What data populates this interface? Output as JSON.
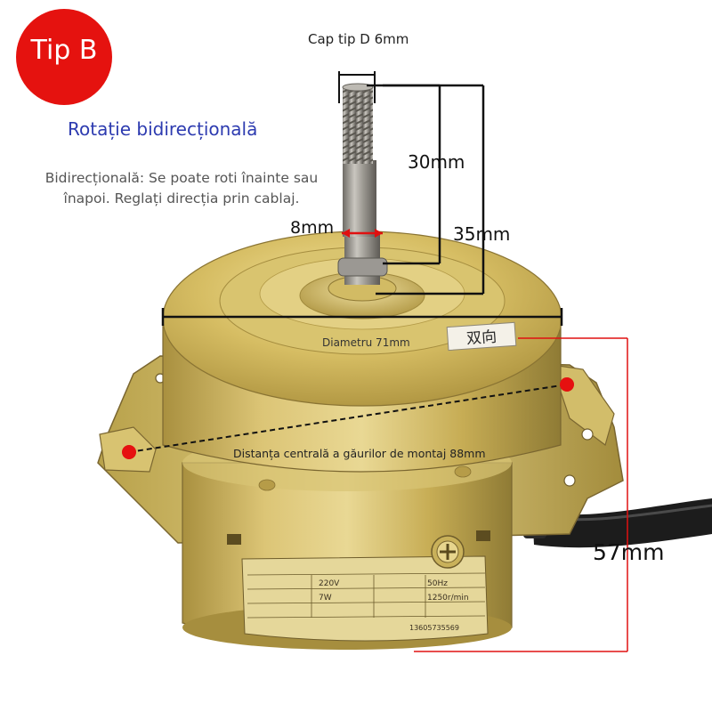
{
  "badge": {
    "text": "Tip B",
    "color": "#e5120f"
  },
  "title": "Rotație bidirecțională",
  "description": "Bidirecțională: Se poate roti înainte sau înapoi. Reglați direcția prin cablaj.",
  "dimensions": {
    "shaft_type": "Cap tip D 6mm",
    "thread_length": "30mm",
    "shaft_length": "35mm",
    "shaft_diameter": "8mm",
    "body_diameter": "Diametru 71mm",
    "mount_hole_distance": "Distanța centrală a găurilor de montaj 88mm",
    "height": "57mm"
  },
  "motor_label": {
    "direction_sticker": "双向",
    "voltage": "220V",
    "power": "7W",
    "frequency": "50Hz",
    "speed": "1250r/min",
    "phone": "13605735569"
  },
  "colors": {
    "accent_blue": "#2d3bb0",
    "dimension_red": "#e01010",
    "body_gold": "#c6ab52"
  }
}
